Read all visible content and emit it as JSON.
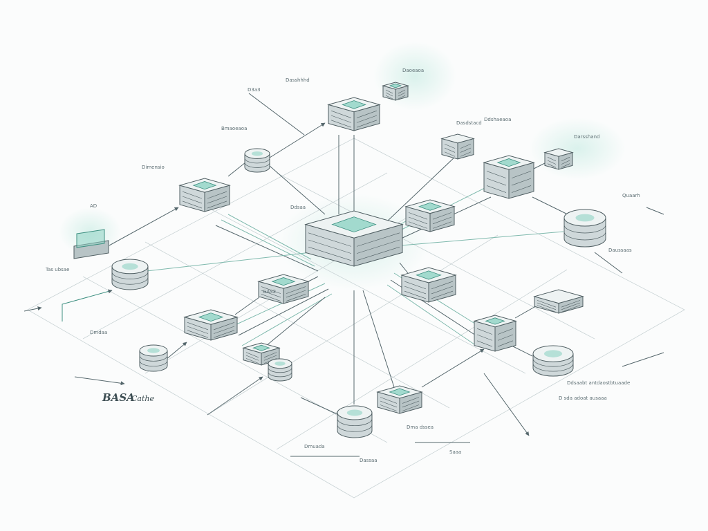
{
  "diagram": {
    "caption_main": "BASA",
    "caption_sub": "Cathe",
    "colors": {
      "line": "#55676c",
      "accent": "#8fd3c4",
      "accent_dark": "#3d8f80",
      "box_top": "#eef3f3",
      "box_left": "#cfd8da",
      "box_right": "#b8c4c6",
      "stroke": "#4f5e62",
      "label": "#5e6f74"
    },
    "nodes": [
      {
        "id": "hub",
        "type": "server",
        "icon": "hub-icon",
        "label": ""
      },
      {
        "id": "top-server",
        "type": "server",
        "icon": "server-icon",
        "label": "Dasshhhd"
      },
      {
        "id": "top-switch",
        "type": "switch",
        "icon": "switch-icon",
        "label": "Daoeaoa"
      },
      {
        "id": "db-upper-left",
        "type": "database",
        "icon": "database-icon",
        "label": ""
      },
      {
        "id": "server-left",
        "type": "server",
        "icon": "server-icon",
        "label": "Dimensio"
      },
      {
        "id": "monitor",
        "type": "monitor",
        "icon": "monitor-icon",
        "label": "AD"
      },
      {
        "id": "db-left",
        "type": "database",
        "icon": "database-icon",
        "label": ""
      },
      {
        "id": "switch-mid-left",
        "type": "switch",
        "icon": "switch-icon",
        "label": ""
      },
      {
        "id": "server-lower-left",
        "type": "server",
        "icon": "server-icon",
        "label": ""
      },
      {
        "id": "db-lower-left",
        "type": "database",
        "icon": "database-icon",
        "label": ""
      },
      {
        "id": "switch-lower-left",
        "type": "switch",
        "icon": "switch-icon",
        "label": ""
      },
      {
        "id": "db-bottom-left",
        "type": "database",
        "icon": "database-icon",
        "label": ""
      },
      {
        "id": "db-bottom",
        "type": "database",
        "icon": "database-icon",
        "label": ""
      },
      {
        "id": "server-bottom",
        "type": "server",
        "icon": "server-icon",
        "label": "Dma dssea"
      },
      {
        "id": "router-upper",
        "type": "router",
        "icon": "router-icon",
        "label": "Dasdstacd"
      },
      {
        "id": "server-right",
        "type": "server",
        "icon": "server-icon",
        "label": "Ddshaeaoa"
      },
      {
        "id": "device-far-right",
        "type": "router",
        "icon": "router-icon",
        "label": "Darsshand"
      },
      {
        "id": "switch-mid-right",
        "type": "switch",
        "icon": "switch-icon",
        "label": ""
      },
      {
        "id": "db-far-right",
        "type": "database",
        "icon": "database-icon",
        "label": "Quaarh"
      },
      {
        "id": "switch-right",
        "type": "switch",
        "icon": "switch-icon",
        "label": ""
      },
      {
        "id": "router-lower-right",
        "type": "router",
        "icon": "router-icon",
        "label": ""
      },
      {
        "id": "server-lower-right",
        "type": "server",
        "icon": "server-icon",
        "label": ""
      },
      {
        "id": "db-lower-right",
        "type": "database",
        "icon": "database-icon",
        "label": ""
      }
    ],
    "text_labels": [
      {
        "id": "lbl-top-tiny",
        "text": "D3a3"
      },
      {
        "id": "lbl-upper-left-stack",
        "text": "Bmaoeaoa"
      },
      {
        "id": "lbl-left",
        "text": "Tas ubsae"
      },
      {
        "id": "lbl-mid-left",
        "text": "Ddsaa"
      },
      {
        "id": "lbl-center",
        "text": "GAS2"
      },
      {
        "id": "lbl-lower-left",
        "text": "Dmdaa"
      },
      {
        "id": "lbl-right-mid",
        "text": "Daussaas"
      },
      {
        "id": "lbl-bottom-right-1",
        "text": "Ddsaabt antdaostbtuaade"
      },
      {
        "id": "lbl-bottom-right-2",
        "text": "D sda adoat ausaaa"
      },
      {
        "id": "lbl-bottom-left",
        "text": "Dmuada"
      },
      {
        "id": "lbl-bottom-mid",
        "text": "Dassaa"
      },
      {
        "id": "lbl-bottom-right-3",
        "text": "Saaa"
      }
    ]
  }
}
